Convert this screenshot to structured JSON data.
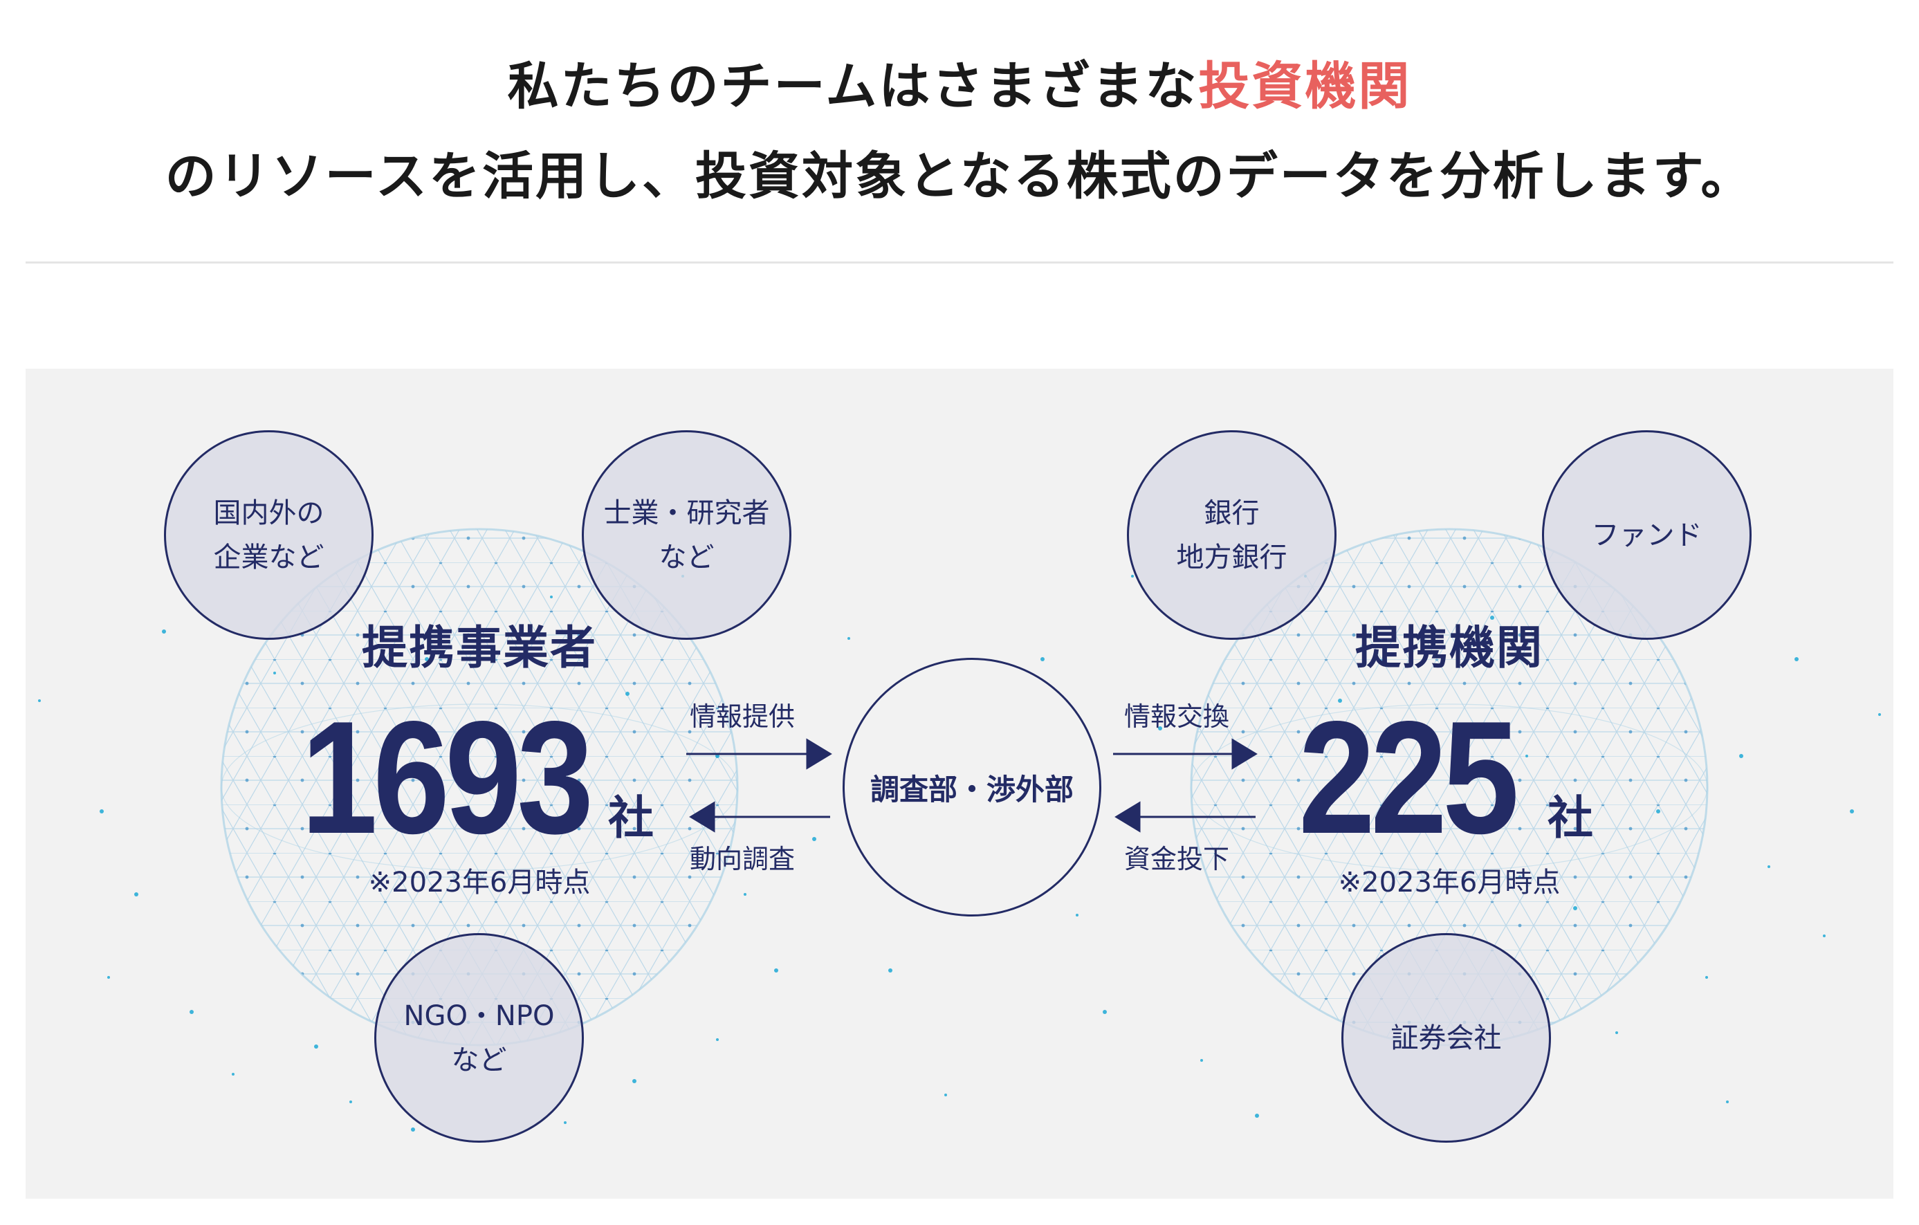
{
  "headline": {
    "line1_prefix": "私たちのチームはさまざまな",
    "line1_highlight": "投資機関",
    "line2": "のリソースを活用し、投資対象となる株式のデータを分析します。",
    "highlight_color": "#E8615E"
  },
  "diagram": {
    "colors": {
      "navy": "#232B65",
      "panel_bg": "#F2F2F2",
      "globe_line": "#9CC8E0",
      "particle": "#1FA9D6"
    },
    "left_group": {
      "title": "提携事業者",
      "count": "1693",
      "unit": "社",
      "note": "※2023年6月時点",
      "satellites": [
        {
          "line1": "国内外の",
          "line2": "企業など"
        },
        {
          "line1": "士業・研究者",
          "line2": "など"
        },
        {
          "line1": "NGO・NPO",
          "line2": "など"
        }
      ]
    },
    "center": {
      "label": "調査部・渉外部"
    },
    "right_group": {
      "title": "提携機関",
      "count": "225",
      "unit": "社",
      "note": "※2023年6月時点",
      "satellites": [
        {
          "line1": "銀行",
          "line2": "地方銀行"
        },
        {
          "line1": "ファンド",
          "line2": ""
        },
        {
          "line1": "証券会社",
          "line2": ""
        }
      ]
    },
    "flows": {
      "left_to_center": "情報提供",
      "center_to_left": "動向調査",
      "center_to_right": "情報交換",
      "right_to_center": "資金投下"
    }
  }
}
